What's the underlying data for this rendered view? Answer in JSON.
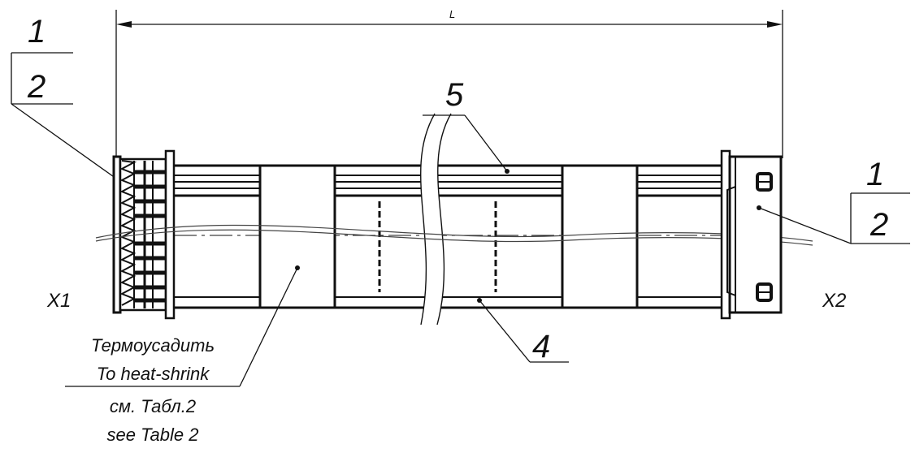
{
  "dimension": {
    "label": "L"
  },
  "callouts": {
    "left_top": "1",
    "left_bottom": "2",
    "right_top": "1",
    "right_bottom": "2",
    "wire_bundle": "5",
    "lower_wire": "4"
  },
  "connectors": {
    "left": "X1",
    "right": "X2"
  },
  "notes": {
    "line1": "Термоусадить",
    "line2": "To heat-shrink",
    "line3": "см. Табл.2",
    "line4": "see Table 2"
  },
  "colors": {
    "ink": "#111111",
    "background": "#ffffff"
  }
}
